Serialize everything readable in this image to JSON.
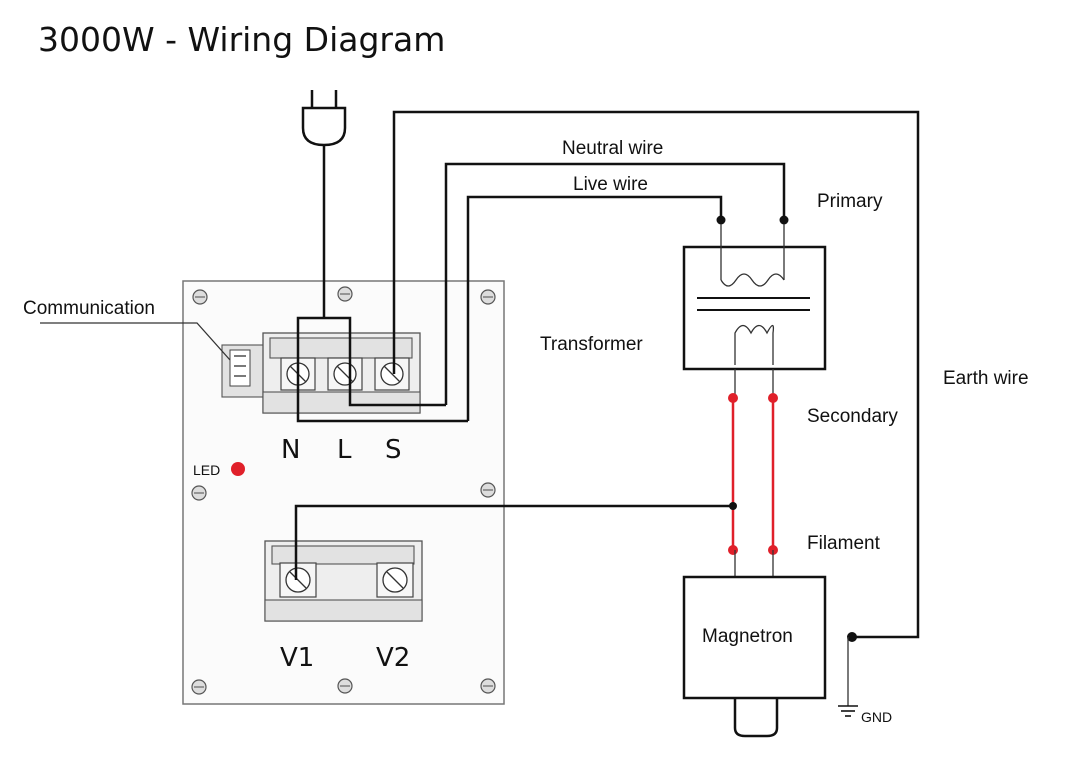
{
  "title": "3000W -  Wiring Diagram",
  "labels": {
    "neutral_wire": "Neutral wire",
    "live_wire": "Live wire",
    "primary": "Primary",
    "transformer": "Transformer",
    "earth_wire": "Earth wire",
    "secondary": "Secondary",
    "filament": "Filament",
    "magnetron": "Magnetron",
    "gnd": "GND",
    "communication": "Communication",
    "led": "LED"
  },
  "terminals": {
    "top": [
      "N",
      "L",
      "S"
    ],
    "bottom": [
      "V1",
      "V2"
    ]
  },
  "colors": {
    "wire": "#111111",
    "led": "#e0202a",
    "filament_wire": "#e0202a"
  },
  "icons": {
    "plug": "power-plug-icon",
    "ground": "ground-icon"
  }
}
